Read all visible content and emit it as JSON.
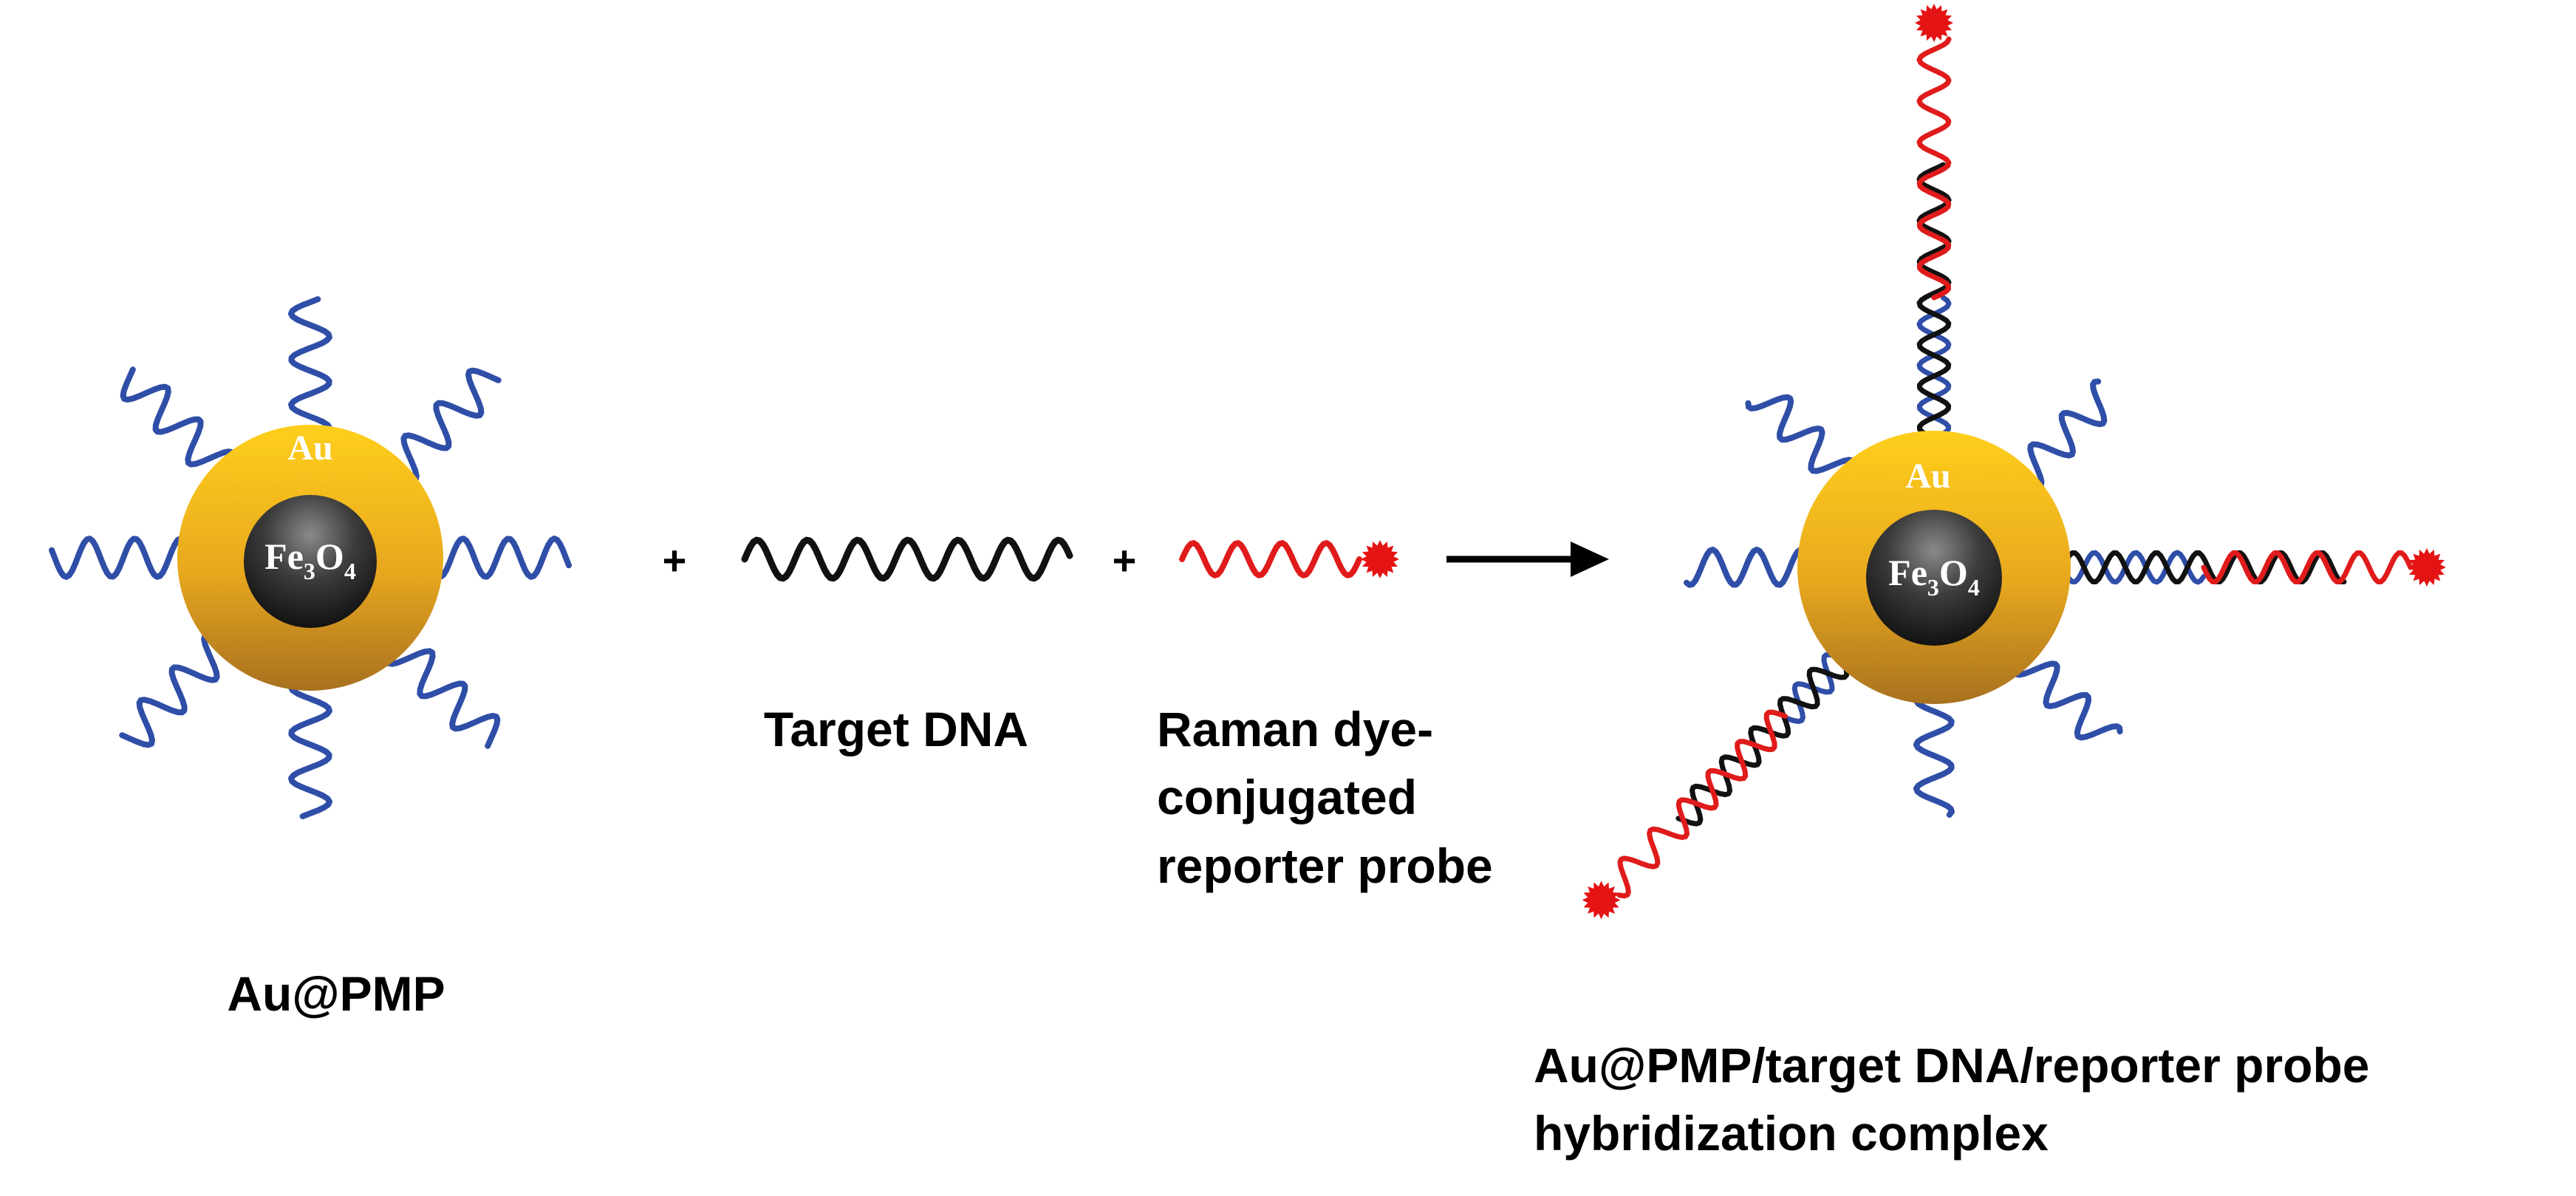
{
  "components": {
    "nanoparticle_label": "Au@PMP",
    "shell_label": "Au",
    "core_formula": {
      "fe": "Fe",
      "sub1": "3",
      "o": "O",
      "sub2": "4"
    },
    "plus_sign": "+",
    "target_label": "Target DNA",
    "reporter_label_lines": [
      "Raman dye-",
      "conjugated",
      "reporter probe"
    ],
    "complex_label_lines": [
      "Au@PMP/target DNA/reporter probe",
      "hybridization complex"
    ]
  },
  "colors": {
    "capture_strand": "#2f4ea8",
    "target_strand": "#111111",
    "reporter_strand": "#e01b1b",
    "raman_dye": "#e41414",
    "gold_shell": "#f2b11a",
    "iron_core": "#2a2a2a",
    "arrow": "#000000"
  },
  "icons": [
    "gold-magnetic-nanoparticle",
    "capture-probe-strand",
    "target-dna-strand",
    "raman-dye-reporter-probe",
    "reaction-arrow",
    "hybridized-double-helix"
  ]
}
